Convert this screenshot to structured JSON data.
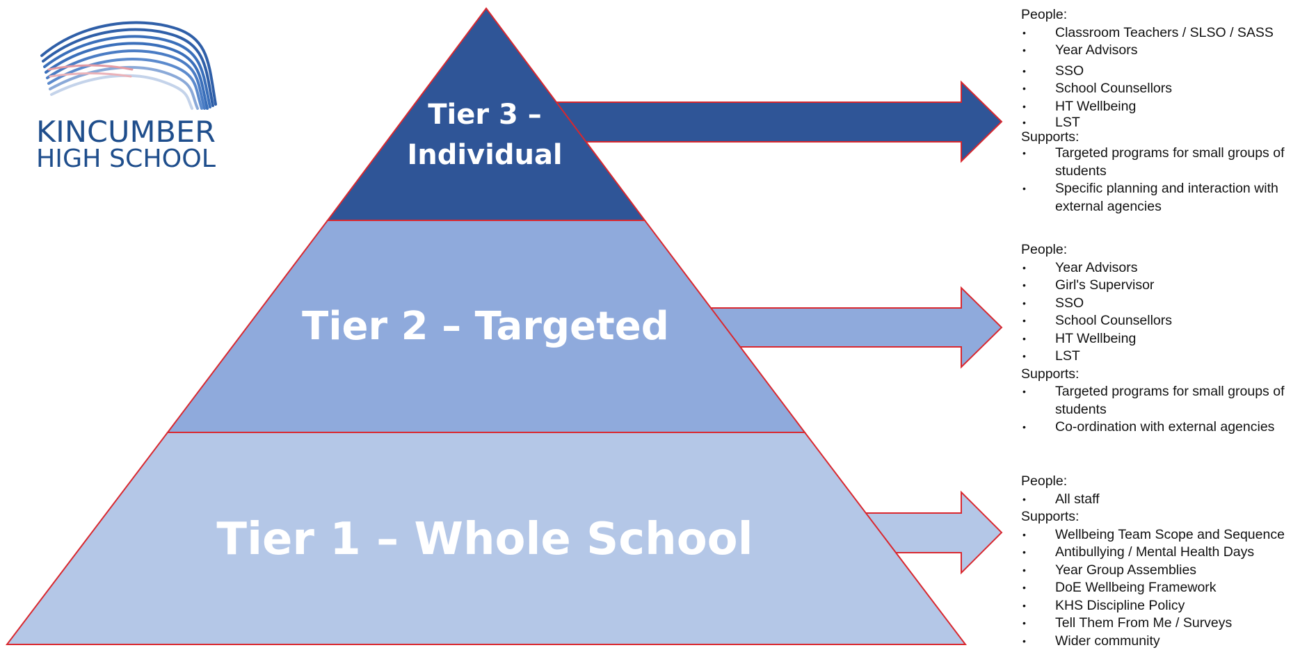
{
  "logo": {
    "line1": "KINCUMBER",
    "line2": "HIGH SCHOOL"
  },
  "colors": {
    "tier3": "#2f5597",
    "tier2": "#8faadc",
    "tier1": "#b4c7e7",
    "outline": "#d9272e",
    "text_white": "#ffffff"
  },
  "tiers": {
    "tier3": {
      "line1": "Tier 3 –",
      "line2": "Individual"
    },
    "tier2": {
      "label": "Tier 2 – Targeted"
    },
    "tier1": {
      "label": "Tier 1 – Whole School"
    }
  },
  "panels": {
    "tier3": {
      "people_heading": "People:",
      "people": [
        "Classroom Teachers / SLSO / SASS",
        "Year Advisors",
        "SSO",
        "School Counsellors",
        "HT Wellbeing",
        "LST"
      ],
      "supports_heading": "Supports:",
      "supports": [
        "Targeted programs for small groups of students",
        "Specific planning and interaction with external agencies"
      ]
    },
    "tier2": {
      "people_heading": "People:",
      "people": [
        "Year Advisors",
        "Girl's Supervisor",
        "SSO",
        "School Counsellors",
        "HT Wellbeing",
        "LST"
      ],
      "supports_heading": "Supports:",
      "supports": [
        "Targeted programs for small groups of students",
        "Co-ordination with external agencies"
      ]
    },
    "tier1": {
      "people_heading": "People:",
      "people": [
        "All staff"
      ],
      "supports_heading": "Supports:",
      "supports": [
        "Wellbeing Team Scope and Sequence",
        "Antibullying / Mental Health Days",
        "Year Group Assemblies",
        "DoE Wellbeing Framework",
        "KHS Discipline Policy",
        "Tell Them From Me / Surveys",
        "Wider community"
      ]
    }
  }
}
